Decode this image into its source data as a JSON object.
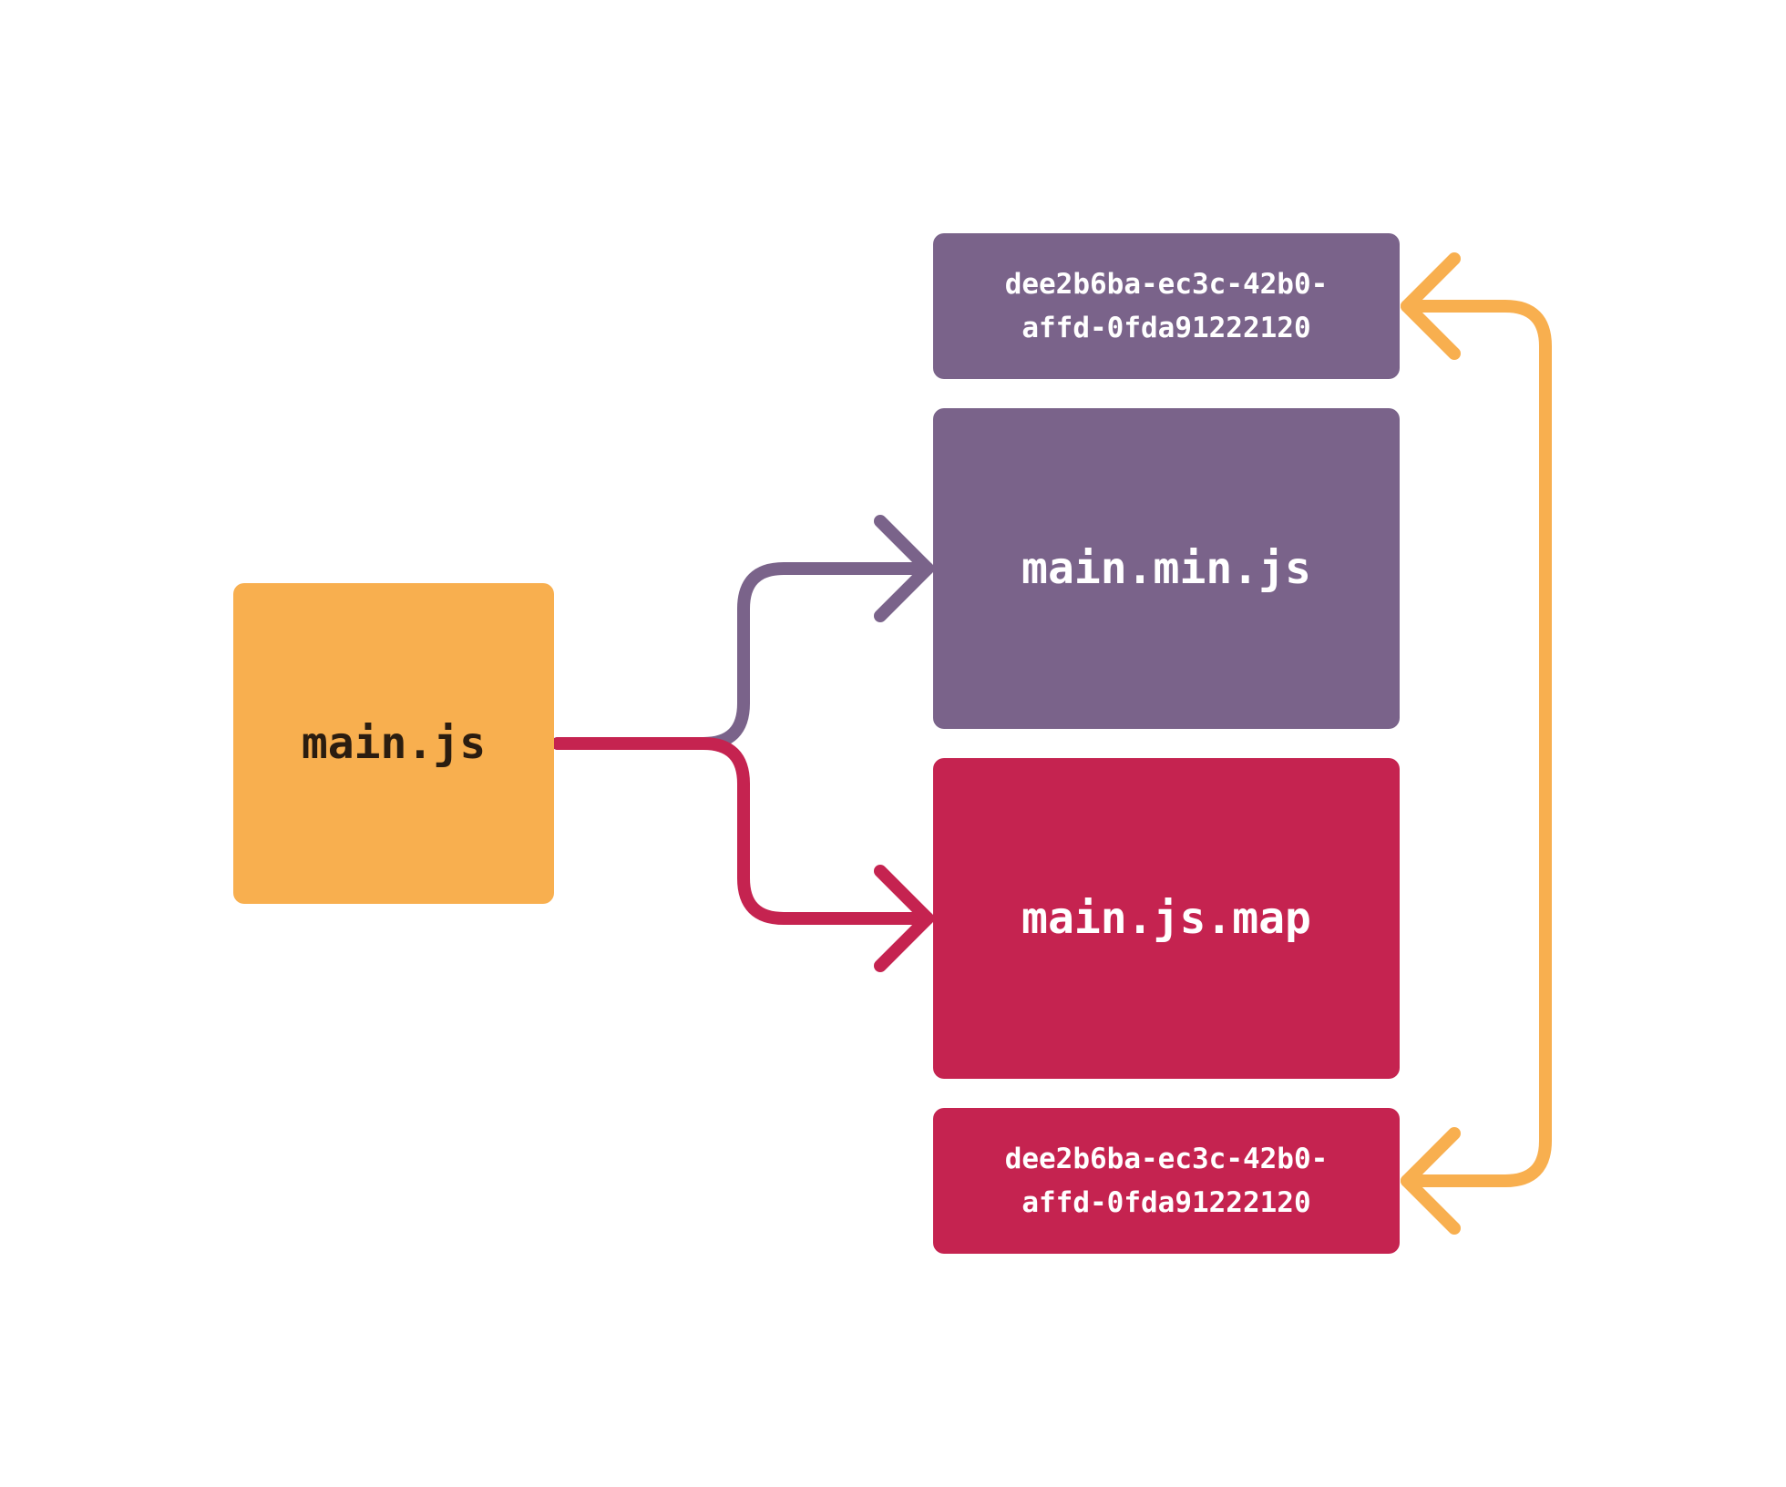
{
  "colors": {
    "source": "#f8af4f",
    "minified": "#7a638a",
    "sourcemap": "#c52350",
    "link": "#f8af4f"
  },
  "nodes": {
    "source": {
      "label": "main.js"
    },
    "minified": {
      "label": "main.min.js"
    },
    "sourcemap": {
      "label": "main.js.map"
    },
    "minified_id": {
      "line1": "dee2b6ba-ec3c-42b0-",
      "line2": "affd-0fda91222120"
    },
    "sourcemap_id": {
      "line1": "dee2b6ba-ec3c-42b0-",
      "line2": "affd-0fda91222120"
    }
  }
}
